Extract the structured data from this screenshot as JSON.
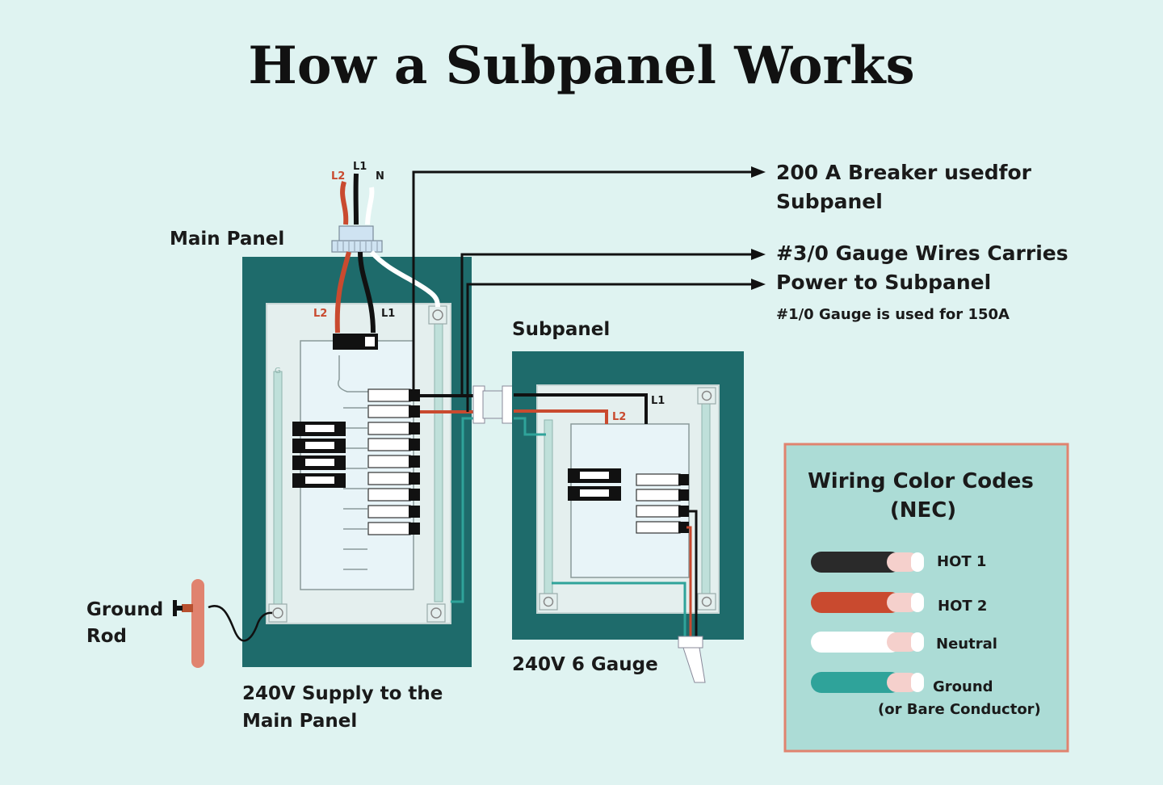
{
  "title": "How a Subpanel Works",
  "colors": {
    "background": "#dff3f1",
    "panel_frame": "#1e6b6b",
    "panel_inner": "#e4efee",
    "bus": "#e8f4f8",
    "hot1": "#111111",
    "hot2": "#c94a2f",
    "neutral": "#ffffff",
    "ground": "#2fa39a",
    "legend_bg": "#acdcd6",
    "legend_border": "#e0836f",
    "ground_rod": "#e0836f"
  },
  "main_panel": {
    "label": "Main Panel",
    "wire_labels_top": {
      "l2": "L2",
      "l1": "L1",
      "n": "N"
    },
    "wire_labels_inner": {
      "l2": "L2",
      "l1": "L1"
    },
    "ground_bar_label": "G",
    "supply_label_line1": "240V Supply to the",
    "supply_label_line2": "Main Panel"
  },
  "subpanel": {
    "label": "Subpanel",
    "wire_labels": {
      "l1": "L1",
      "l2": "L2"
    },
    "gauge_label": "240V 6 Gauge"
  },
  "ground_rod": {
    "label_line1": "Ground",
    "label_line2": "Rod"
  },
  "callouts": [
    {
      "line1": "200 A Breaker usedfor",
      "line2": "Subpanel"
    },
    {
      "line1": "#3/0 Gauge Wires Carries",
      "line2": "Power to Subpanel",
      "note": "#1/0 Gauge is used for 150A"
    }
  ],
  "legend": {
    "title_line1": "Wiring Color Codes",
    "title_line2": "(NEC)",
    "items": [
      {
        "label": "HOT 1",
        "color": "#2a2a2a"
      },
      {
        "label": "HOT 2",
        "color": "#c94a2f"
      },
      {
        "label": "Neutral",
        "color": "#ffffff"
      },
      {
        "label": "Ground",
        "sublabel": "(or Bare Conductor)",
        "color": "#2fa39a"
      }
    ]
  }
}
